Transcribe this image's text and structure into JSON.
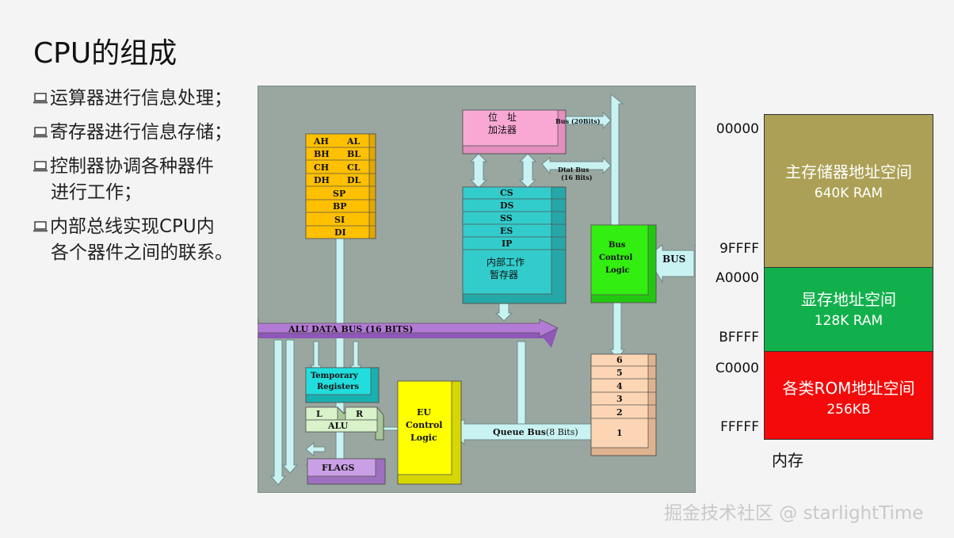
{
  "slide": {
    "title": "CPU的组成",
    "bullets": [
      {
        "line1": "运算器进行信息处理；",
        "line2": ""
      },
      {
        "line1": "寄存器进行信息存储；",
        "line2": ""
      },
      {
        "line1": "控制器协调各种器件",
        "line2": "进行工作；"
      },
      {
        "line1": "内部总线实现CPU内",
        "line2": "各个器件之间的联系。"
      }
    ]
  },
  "diagram": {
    "general_registers": [
      "AH",
      "AL",
      "BH",
      "BL",
      "CH",
      "CL",
      "DH",
      "DL"
    ],
    "pointer_registers": [
      "SP",
      "BP",
      "SI",
      "DI"
    ],
    "adder": [
      "位　址",
      "加法器"
    ],
    "address_bus": "Bus (20Bits)",
    "data_bus": [
      "Dtat Bus",
      "(16 Bits)"
    ],
    "segment_registers": [
      "CS",
      "DS",
      "SS",
      "ES",
      "IP"
    ],
    "internal_regs": [
      "内部工作",
      "暂存器"
    ],
    "bus_control": [
      "Bus",
      "Control",
      "Logic"
    ],
    "bus": "BUS",
    "alu_data_bus": "ALU DATA BUS (16 BITS)",
    "temp_registers": [
      "Temporary",
      "Registers"
    ],
    "alu_lr": [
      "L",
      "R"
    ],
    "alu": "ALU",
    "flags": "FLAGS",
    "eu_control": [
      "EU",
      "Control",
      "Logic"
    ],
    "queue_bus_a": "Queue  Bus",
    "queue_bus_b": "(8 Bits)",
    "queue": [
      "6",
      "5",
      "4",
      "3",
      "2",
      "1"
    ]
  },
  "memory": {
    "addresses": [
      "00000",
      "9FFFF",
      "A0000",
      "BFFFF",
      "C0000",
      "FFFFF"
    ],
    "segments": [
      {
        "name": "主存储器地址空间",
        "size": "640K RAM",
        "color": "#aba055"
      },
      {
        "name": "显存地址空间",
        "size": "128K RAM",
        "color": "#12b04c"
      },
      {
        "name": "各类ROM地址空间",
        "size": "256KB",
        "color": "#f40a0a"
      }
    ],
    "caption": "内存"
  },
  "watermark": "掘金技术社区 @ starlightTime",
  "colors": {
    "register_orange": "#ffc000",
    "adder_pink": "#f9a8d4",
    "segment_teal": "#33cccc",
    "bus_green": "#33ee11",
    "bus_purple": "#b37bd6",
    "arrow_cyan": "#c9f2f2",
    "eu_yellow": "#ffff00",
    "queue_peach": "#fcd5b4",
    "temp_cyan": "#22dddd",
    "alu_green": "#d9f2c9",
    "flags_purple": "#c9a0e6"
  }
}
